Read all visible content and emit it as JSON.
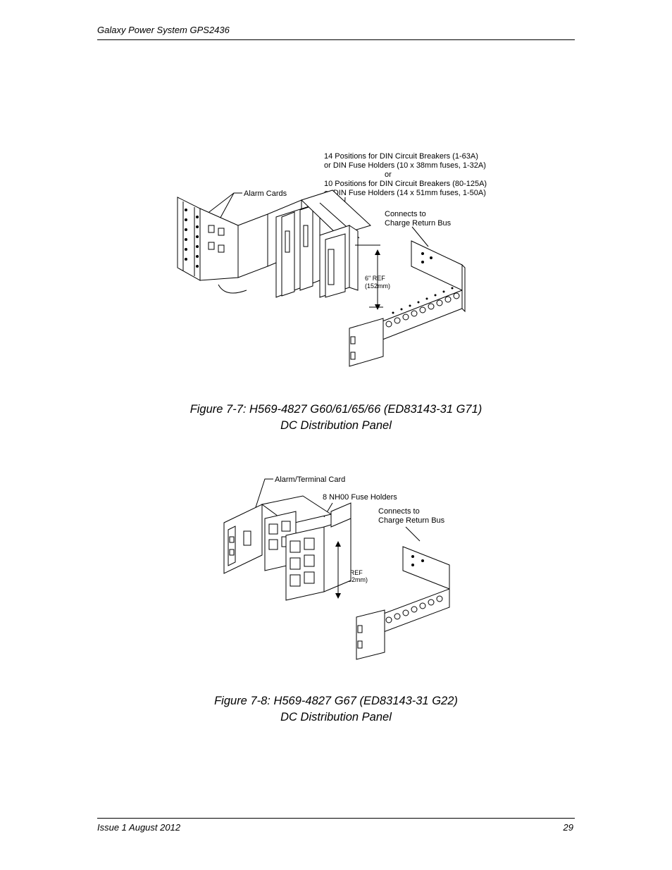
{
  "header": {
    "title": "Galaxy Power System GPS2436"
  },
  "footer": {
    "issue": "Issue 1 August 2012",
    "page": "29"
  },
  "figure1": {
    "caption_line1": "Figure 7-7: H569-4827 G60/61/65/66 (ED83143-31 G71)",
    "caption_line2": "DC Distribution Panel",
    "labels": {
      "alarm_cards": "Alarm Cards",
      "positions_line1": "14 Positions for DIN Circuit Breakers (1-63A)",
      "positions_line2": "or DIN Fuse Holders (10 x 38mm fuses, 1-32A)",
      "positions_line3": "or",
      "positions_line4": "10 Positions for DIN Circuit Breakers (80-125A)",
      "positions_line5": "or DIN Fuse Holders (14 x 51mm fuses, 1-50A)",
      "connects_line1": "Connects to",
      "connects_line2": "Charge Return Bus",
      "ref_line1": "6\" REF",
      "ref_line2": "(152mm)"
    }
  },
  "figure2": {
    "caption_line1": "Figure 7-8: H569-4827 G67 (ED83143-31 G22)",
    "caption_line2": "DC Distribution Panel",
    "labels": {
      "alarm_terminal": "Alarm/Terminal Card",
      "fuse_holders": "8 NH00 Fuse Holders",
      "connects_line1": "Connects to",
      "connects_line2": "Charge Return Bus",
      "ref_line1": "6\" REF",
      "ref_line2": "(152mm)"
    }
  }
}
